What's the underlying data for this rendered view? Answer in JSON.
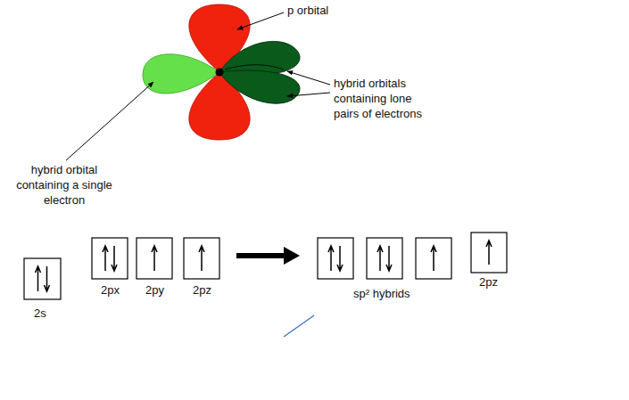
{
  "diagram": {
    "labels": [
      "p orbital",
      "hybrid orbitals containing lone pairs of electrons",
      "hybrid orbital containing a single electron",
      "2s",
      "2px",
      "2py",
      "2pz",
      "sp² hybrids",
      "2pz"
    ]
  }
}
